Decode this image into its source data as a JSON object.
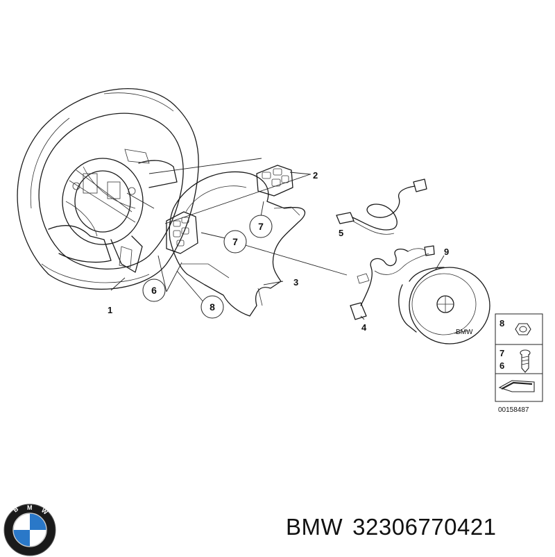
{
  "diagram": {
    "callouts": {
      "c1": "1",
      "c2": "2",
      "c3": "3",
      "c4": "4",
      "c5": "5",
      "c6": "6",
      "c7a": "7",
      "c7b": "7",
      "c8": "8",
      "c9": "9"
    },
    "legend": {
      "l8": "8",
      "l7": "7",
      "l6": "6"
    },
    "airbag_logo": "BMW",
    "reference_number": "00158487"
  },
  "footer": {
    "brand": "BMW",
    "part_number": "32306770421"
  },
  "logo": {
    "letters": "BMW",
    "colors": {
      "blue": "#2a78c8",
      "white": "#ffffff",
      "ring": "#111111"
    }
  }
}
